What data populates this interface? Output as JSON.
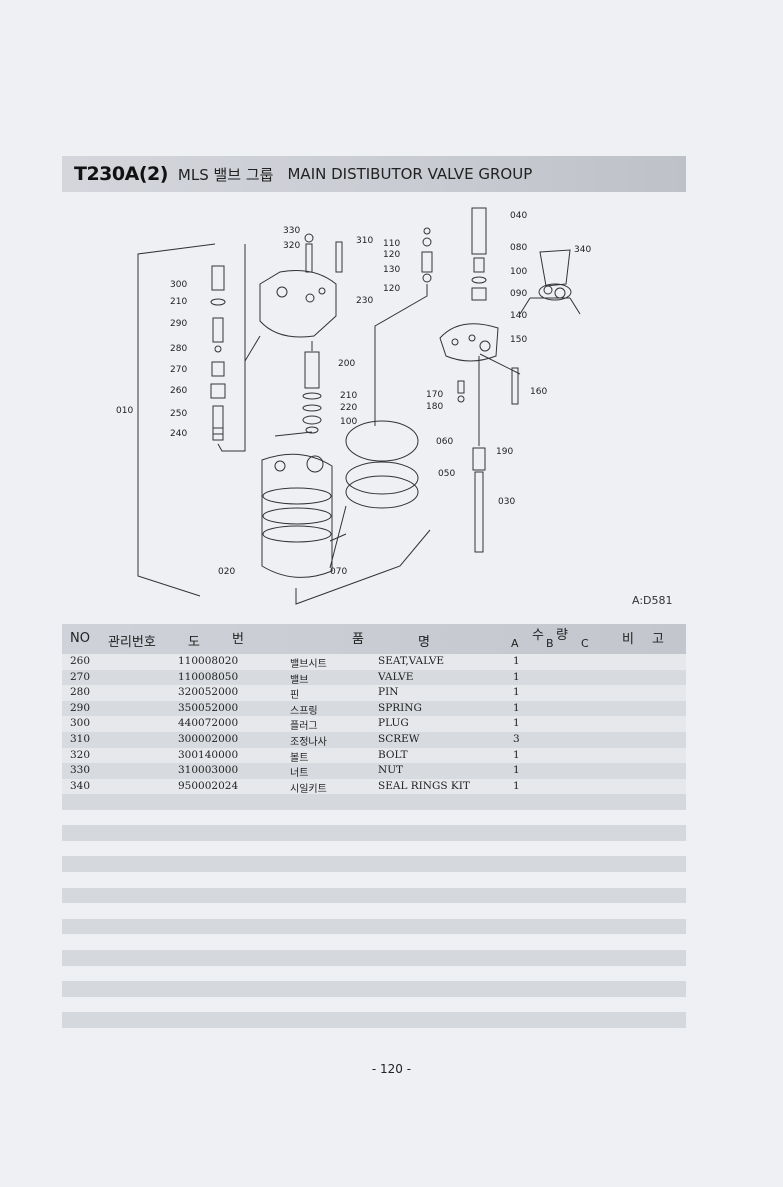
{
  "header": {
    "code": "T230A(2)",
    "korean_title": "MLS 밸브 그룹",
    "english_title": "MAIN DISTIBUTOR VALVE GROUP"
  },
  "diagram": {
    "callouts": {
      "c010": "010",
      "c020": "020",
      "c030": "030",
      "c040": "040",
      "c050": "050",
      "c060": "060",
      "c070": "070",
      "c080": "080",
      "c090": "090",
      "c100a": "100",
      "c100b": "100",
      "c110": "110",
      "c120a": "120",
      "c120b": "120",
      "c130": "130",
      "c140": "140",
      "c150": "150",
      "c160": "160",
      "c170": "170",
      "c180": "180",
      "c190": "190",
      "c200": "200",
      "c210a": "210",
      "c210b": "210",
      "c220": "220",
      "c230": "230",
      "c240": "240",
      "c250": "250",
      "c260": "260",
      "c270": "270",
      "c280": "280",
      "c290": "290",
      "c300": "300",
      "c310": "310",
      "c320": "320",
      "c330": "330",
      "c340": "340"
    },
    "reference": "A:D581"
  },
  "table": {
    "headers": {
      "no": "NO",
      "mgmt": "관리번호",
      "drawing_1": "도",
      "drawing_2": "번",
      "name_1": "품",
      "name_2": "명",
      "qty_1": "수",
      "qty_2": "량",
      "qty_a": "A",
      "qty_b": "B",
      "qty_c": "C",
      "remark_1": "비",
      "remark_2": "고"
    },
    "rows": [
      {
        "no": "260",
        "part": "110008020",
        "ko": "밸브시트",
        "en": "SEAT,VALVE",
        "qty": "1"
      },
      {
        "no": "270",
        "part": "110008050",
        "ko": "밸브",
        "en": "VALVE",
        "qty": "1"
      },
      {
        "no": "280",
        "part": "320052000",
        "ko": "핀",
        "en": "PIN",
        "qty": "1"
      },
      {
        "no": "290",
        "part": "350052000",
        "ko": "스프링",
        "en": "SPRING",
        "qty": "1"
      },
      {
        "no": "300",
        "part": "440072000",
        "ko": "플러그",
        "en": "PLUG",
        "qty": "1"
      },
      {
        "no": "310",
        "part": "300002000",
        "ko": "조정나사",
        "en": "SCREW",
        "qty": "3"
      },
      {
        "no": "320",
        "part": "300140000",
        "ko": "볼트",
        "en": "BOLT",
        "qty": "1"
      },
      {
        "no": "330",
        "part": "310003000",
        "ko": "너트",
        "en": "NUT",
        "qty": "1"
      },
      {
        "no": "340",
        "part": "950002024",
        "ko": "시일키트",
        "en": "SEAL RINGS KIT",
        "qty": "1"
      }
    ]
  },
  "footer": {
    "page_number": "- 120 -"
  }
}
